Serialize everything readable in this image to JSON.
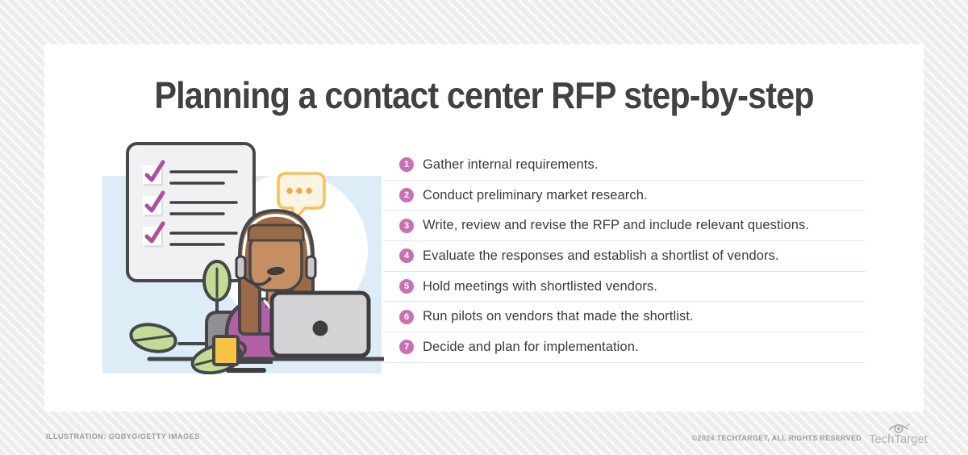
{
  "title": "Planning a contact center RFP step-by-step",
  "steps": [
    {
      "number": "1",
      "text": "Gather internal requirements."
    },
    {
      "number": "2",
      "text": "Conduct preliminary market research."
    },
    {
      "number": "3",
      "text": "Write, review and revise the RFP and include relevant questions."
    },
    {
      "number": "4",
      "text": "Evaluate the responses and establish a shortlist of vendors."
    },
    {
      "number": "5",
      "text": "Hold meetings with shortlisted vendors."
    },
    {
      "number": "6",
      "text": "Run pilots on vendors that made the shortlist."
    },
    {
      "number": "7",
      "text": "Decide and plan for implementation."
    }
  ],
  "footer": {
    "credit": "ILLUSTRATION: GOBYG/GETTY IMAGES",
    "copyright": "©2024 TECHTARGET, ALL RIGHTS RESERVED",
    "brand": "TechTarget"
  },
  "colors": {
    "accent_pink": "#c771b3",
    "divider_blue": "#d9eaf6",
    "illustration_bg": "#ddedf7",
    "checkmark_magenta": "#ad509c",
    "shirt_magenta": "#b25fa7",
    "bubble_yellow": "#f5c158",
    "leaf_green": "#c2dc97",
    "title_gray": "#414144"
  },
  "illustration": {
    "description": "woman with headset working on laptop beside checklist, plant, mug and chat bubble"
  }
}
